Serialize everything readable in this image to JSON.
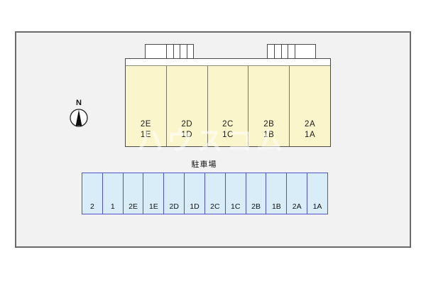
{
  "compass": {
    "north_label": "N"
  },
  "building": {
    "units": [
      {
        "upper": "2E",
        "lower": "1E"
      },
      {
        "upper": "2D",
        "lower": "1D"
      },
      {
        "upper": "2C",
        "lower": "1C"
      },
      {
        "upper": "2B",
        "lower": "1B"
      },
      {
        "upper": "2A",
        "lower": "1A"
      }
    ]
  },
  "parking": {
    "title": "駐車場",
    "spaces": [
      "2",
      "1",
      "2E",
      "1E",
      "2D",
      "1D",
      "2C",
      "1C",
      "2B",
      "1B",
      "2A",
      "1A"
    ]
  },
  "watermark": {
    "text": "ハウスコム"
  },
  "colors": {
    "site_background": "#f2f2f2",
    "site_border": "#6b6b6b",
    "building_fill": "#fbf5cc",
    "building_border": "#4a4a4a",
    "parking_fill": "#d8edf8",
    "parking_border": "#5252c8"
  }
}
